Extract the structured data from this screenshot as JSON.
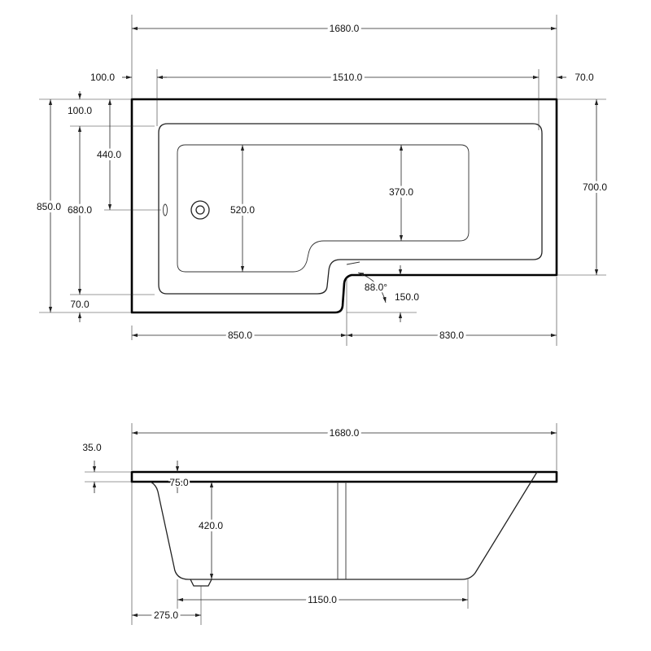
{
  "plan_view": {
    "dims": {
      "overall_length": "1680.0",
      "inner_length": "1510.0",
      "left_rim": "100.0",
      "right_rim": "70.0",
      "top_rim": "100.0",
      "waste_offset": "440.0",
      "overall_width": "850.0",
      "inner_width": "680.0",
      "bottom_rim": "70.0",
      "floor_width_left": "520.0",
      "floor_width_right": "370.0",
      "right_width": "700.0",
      "corner_angle": "88.0°",
      "step_depth": "150.0",
      "left_section": "850.0",
      "right_section": "830.0"
    }
  },
  "side_view": {
    "dims": {
      "overall_length": "1680.0",
      "rim_thickness": "35.0",
      "lip": "75.0",
      "depth": "420.0",
      "base_length": "1150.0",
      "base_offset": "275.0"
    }
  }
}
